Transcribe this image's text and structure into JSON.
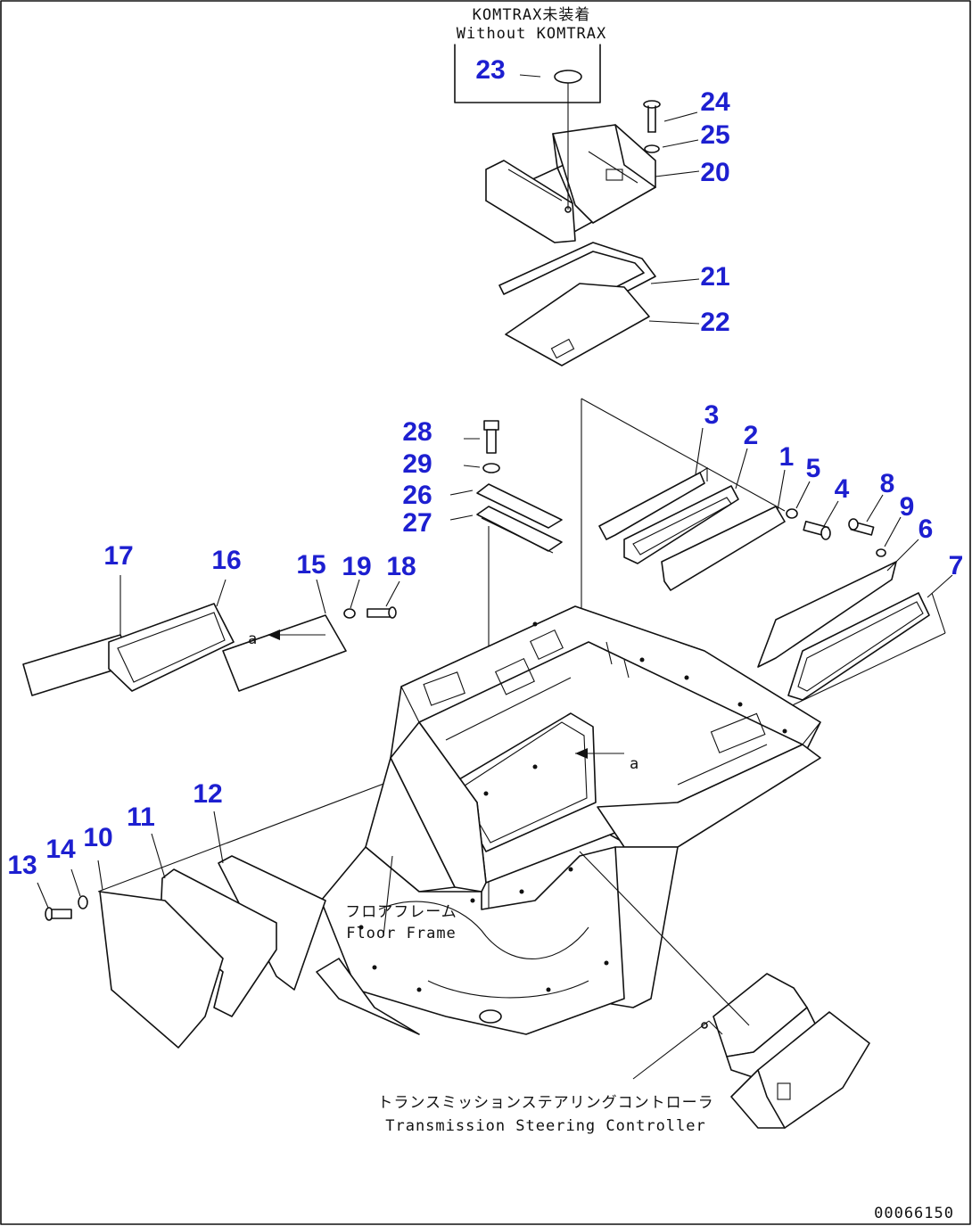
{
  "notes": {
    "kontrax_jp": "KOMTRAX未装着",
    "kontrax_en": "Without KOMTRAX",
    "floor_jp": "フロアフレーム",
    "floor_en": "Floor Frame",
    "trans_jp": "トランスミッションステアリングコントローラ",
    "trans_en": "Transmission Steering Controller",
    "figure_code": "00066150"
  },
  "callouts": {
    "c1": "1",
    "c2": "2",
    "c3": "3",
    "c4": "4",
    "c5": "5",
    "c6": "6",
    "c7": "7",
    "c8": "8",
    "c9": "9",
    "c10": "10",
    "c11": "11",
    "c12": "12",
    "c13": "13",
    "c14": "14",
    "c15": "15",
    "c16": "16",
    "c17": "17",
    "c18": "18",
    "c19": "19",
    "c20": "20",
    "c21": "21",
    "c22": "22",
    "c23": "23",
    "c24": "24",
    "c25": "25",
    "c26": "26",
    "c27": "27",
    "c28": "28",
    "c29": "29"
  },
  "view_marks": {
    "a1": "a",
    "a2": "a"
  },
  "colors": {
    "callout": "#1d1fd0",
    "line": "#111111"
  }
}
